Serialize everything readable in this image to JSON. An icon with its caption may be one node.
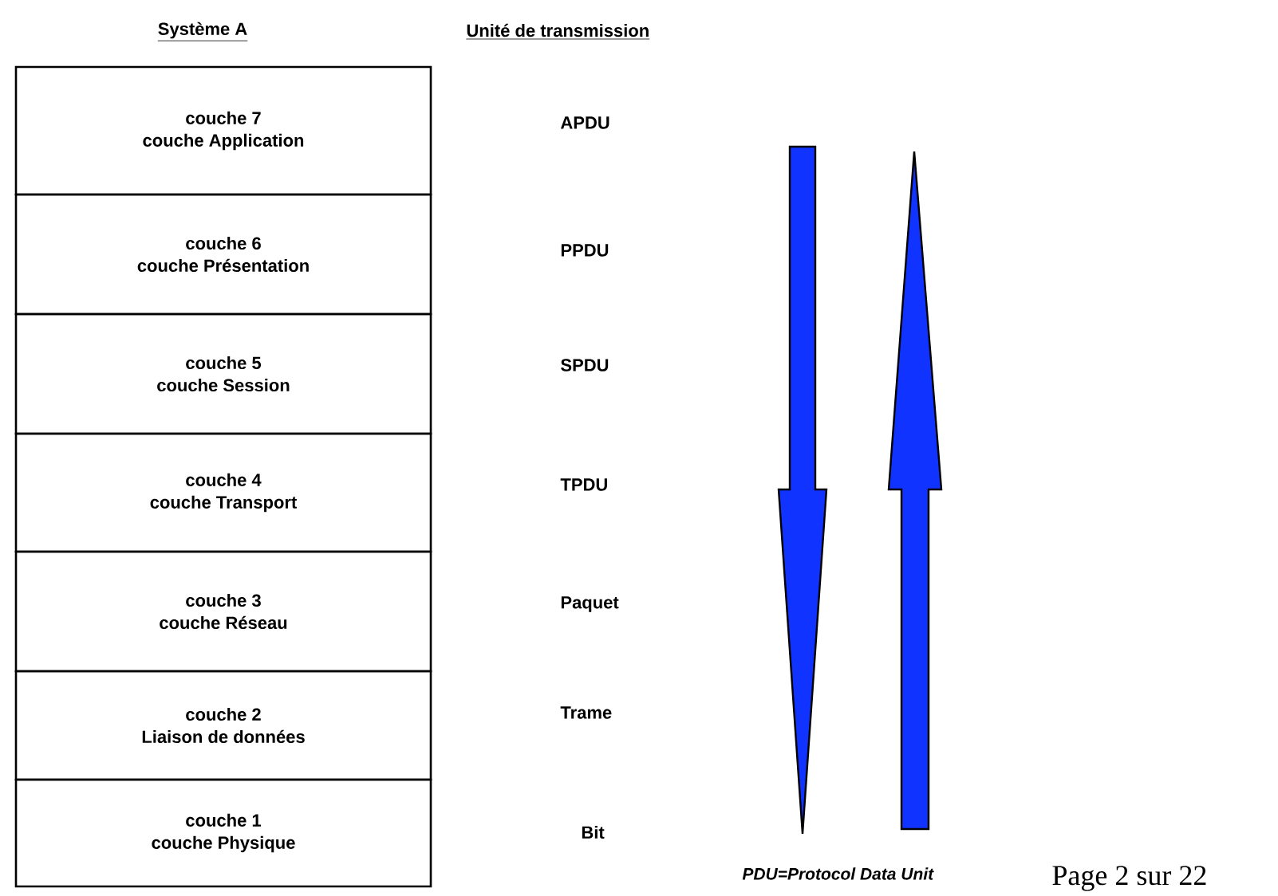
{
  "diagram": {
    "nodes": [
      {
        "text": [
          "couche 7",
          "couche Application"
        ]
      },
      {
        "text": [
          "couche 6",
          "couche Présentation"
        ]
      },
      {
        "text": [
          "couche 5",
          "couche Session"
        ]
      },
      {
        "text": [
          "couche 4",
          "couche Transport"
        ]
      },
      {
        "text": [
          "couche 3",
          "couche Réseau"
        ]
      },
      {
        "text": [
          "couche 2",
          "Liaison de données"
        ]
      },
      {
        "text": [
          "couche 1",
          "couche Physique"
        ]
      }
    ],
    "edges": [],
    "labels": [
      "Système A",
      "Unité de transmission",
      "APDU",
      "PPDU",
      "SPDU",
      "TPDU",
      "Paquet",
      "Trame",
      "Bit",
      "PDU=Protocol Data Unit",
      "Page 2 sur 22"
    ]
  }
}
